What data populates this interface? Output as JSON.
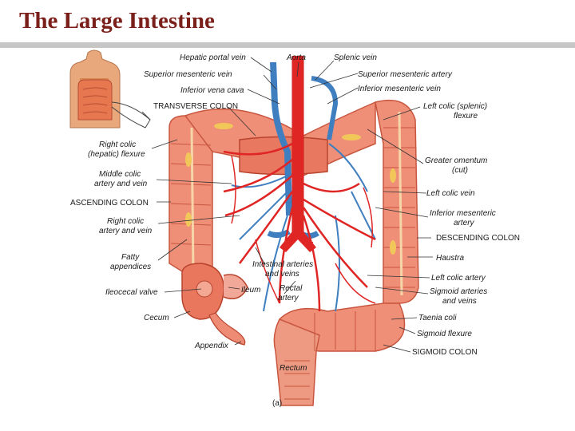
{
  "slide": {
    "title": "The Large Intestine"
  },
  "colors": {
    "title": "#7a1f1a",
    "colon": "#ef8f78",
    "colon_dark": "#c8563f",
    "artery": "#e02525",
    "vein": "#3f7fc0",
    "fat": "#f2c75a",
    "rule": "#c6c6c6"
  },
  "figure": {
    "panel_label": "(a)",
    "labels": {
      "hepatic_portal_vein": "Hepatic portal vein",
      "aorta": "Aorta",
      "splenic_vein": "Splenic vein",
      "superior_mesenteric_vein": "Superior mesenteric vein",
      "superior_mesenteric_artery": "Superior mesenteric artery",
      "inferior_vena_cava": "Inferior vena cava",
      "inferior_mesenteric_vein": "Inferior mesenteric vein",
      "transverse_colon": "TRANSVERSE COLON",
      "left_colic_flexure_1": "Left colic (splenic)",
      "left_colic_flexure_2": "flexure",
      "right_colic_flexure_1": "Right colic",
      "right_colic_flexure_2": "(hepatic) flexure",
      "greater_omentum_1": "Greater omentum",
      "greater_omentum_2": "(cut)",
      "middle_colic_1": "Middle colic",
      "middle_colic_2": "artery and vein",
      "left_colic_vein": "Left colic vein",
      "ascending_colon": "ASCENDING COLON",
      "inferior_mesenteric_artery_1": "Inferior mesenteric",
      "inferior_mesenteric_artery_2": "artery",
      "right_colic_1": "Right colic",
      "right_colic_2": "artery and vein",
      "descending_colon": "DESCENDING COLON",
      "haustra": "Haustra",
      "fatty_appendices_1": "Fatty",
      "fatty_appendices_2": "appendices",
      "intestinal_arteries_1": "Intestinal arteries",
      "intestinal_arteries_2": "and veins",
      "left_colic_artery": "Left colic artery",
      "ileocecal_valve": "Ileocecal valve",
      "ileum": "Ileum",
      "rectal_artery_1": "Rectal",
      "rectal_artery_2": "artery",
      "sigmoid_arteries_1": "Sigmoid arteries",
      "sigmoid_arteries_2": "and veins",
      "cecum": "Cecum",
      "taenia_coli": "Taenia coli",
      "sigmoid_flexure": "Sigmoid flexure",
      "appendix": "Appendix",
      "sigmoid_colon": "SIGMOID COLON",
      "rectum": "Rectum"
    }
  }
}
